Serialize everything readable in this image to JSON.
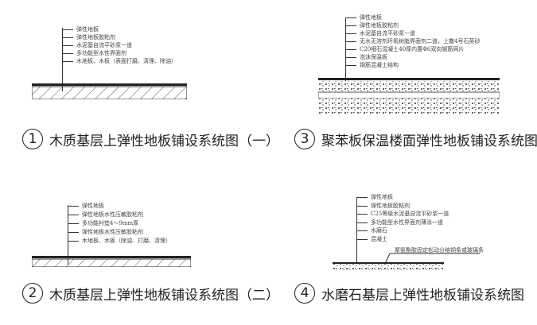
{
  "diagrams": [
    {
      "number": "1",
      "title": "木质基层上弹性地板铺设系统图（一）",
      "layers": [
        "弹性地板",
        "弹性地板胶粘剂",
        "水泥基自流平砂浆一道",
        "多功能型水性界面剂",
        "木地板、木板（表面打磨、清理、除油）"
      ]
    },
    {
      "number": "2",
      "title": "木质基层上弹性地板铺设系统图（二）",
      "layers": [
        "弹性地板",
        "弹性地板水性压敏胶粘剂",
        "多功能衬垫4～9mm厚",
        "弹性地板水性压敏胶粘剂",
        "木地板、木板（除油、打磨、清理）"
      ]
    },
    {
      "number": "3",
      "title": "聚苯板保温楼面弹性地板铺设系统图",
      "layers": [
        "弹性地板",
        "弹性地板胶粘剂",
        "水泥基自流平砂浆一道",
        "无水无溶剂环氧树脂界面剂二道，上撒4号石英砂",
        "C20细石混凝土40厚内置Φ6双向钢筋网片",
        "泡沫保温板",
        "钢筋混凝土结构"
      ]
    },
    {
      "number": "4",
      "title": "水磨石基层上弹性地板铺设系统图",
      "layers": [
        "弹性地板",
        "弹性地板胶粘剂",
        "C25等级水泥基自流平砂浆一道",
        "多功能型水性界面剂薄涂一道",
        "水磨石",
        "混凝土"
      ],
      "annotation": "聚氨酯胶固定松动分格铜条或玻璃条"
    }
  ]
}
